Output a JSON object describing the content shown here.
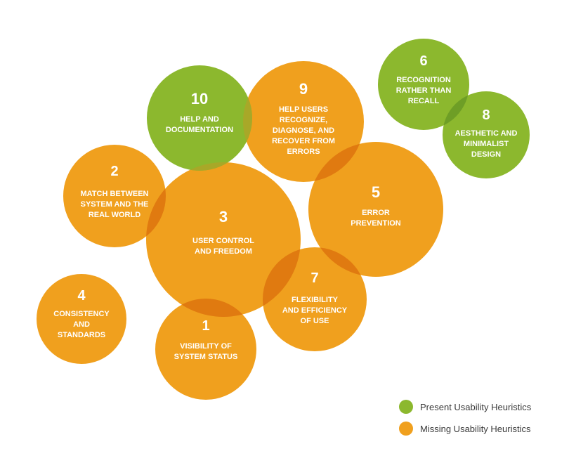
{
  "colors": {
    "present": "#8CB82E",
    "missing": "#F0A01E",
    "overlap": "#E07A10"
  },
  "heuristics": [
    {
      "number": "1",
      "status": "missing",
      "lines": [
        "VISIBILITY OF",
        "SYSTEM STATUS"
      ]
    },
    {
      "number": "2",
      "status": "missing",
      "lines": [
        "MATCH BETWEEN",
        "SYSTEM AND THE",
        "REAL WORLD"
      ]
    },
    {
      "number": "3",
      "status": "missing",
      "lines": [
        "USER CONTROL",
        "AND FREEDOM"
      ]
    },
    {
      "number": "4",
      "status": "missing",
      "lines": [
        "CONSISTENCY",
        "AND",
        "STANDARDS"
      ]
    },
    {
      "number": "5",
      "status": "missing",
      "lines": [
        "ERROR",
        "PREVENTION"
      ]
    },
    {
      "number": "6",
      "status": "present",
      "lines": [
        "RECOGNITION",
        "RATHER THAN",
        "RECALL"
      ]
    },
    {
      "number": "7",
      "status": "missing",
      "lines": [
        "FLEXIBILITY",
        "AND EFFICIENCY",
        "OF USE"
      ]
    },
    {
      "number": "8",
      "status": "present",
      "lines": [
        "AESTHETIC AND",
        "MINIMALIST",
        "DESIGN"
      ]
    },
    {
      "number": "9",
      "status": "missing",
      "lines": [
        "HELP USERS",
        "RECOGNIZE,",
        "DIAGNOSE, AND",
        "RECOVER FROM",
        "ERRORS"
      ]
    },
    {
      "number": "10",
      "status": "present",
      "lines": [
        "HELP AND",
        "DOCUMENTATION"
      ]
    }
  ],
  "legend": {
    "present_label": "Present Usability Heuristics",
    "missing_label": "Missing Usability Heuristics"
  }
}
